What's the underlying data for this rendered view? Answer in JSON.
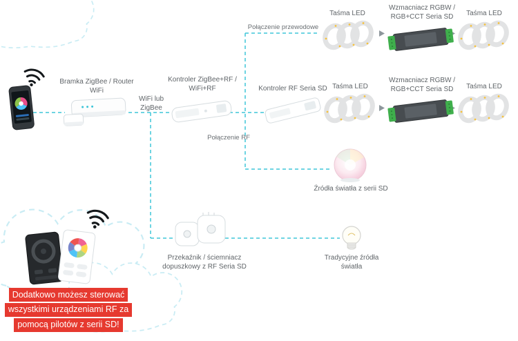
{
  "app": {
    "type": "connection-diagram",
    "language": "pl"
  },
  "colors": {
    "background": "#ffffff",
    "connector": "#3fc6d9",
    "label_text": "#5f6468",
    "note_bg": "#e6392f",
    "note_text": "#ffffff",
    "cloud_outline": "#c9ecf4",
    "amplifier_body": "#474c50",
    "amplifier_terminals": "#3faf4c",
    "led_dot": "#f6c23e"
  },
  "labels": {
    "router": "Bramka ZigBee / Router WiFi",
    "wifi_or_zigbee": "WiFi lub ZigBee",
    "zigbee_controller": "Kontroler ZigBee+RF / WiFi+RF",
    "wired_connection": "Połączenie przewodowe",
    "rf_connection": "Połączenie RF",
    "rf_controller": "Kontroler RF Seria SD",
    "led_strip": "Taśma LED",
    "amplifier": "Wzmacniacz RGBW / RGB+CCT Seria SD",
    "sd_bulbs": "Źródła światła z serii SD",
    "relay": "Przekaźnik / ściemniacz dopuszkowy z RF Seria SD",
    "traditional_bulbs": "Tradycyjne źródła światła"
  },
  "note": {
    "line1": "Dodatkowo możesz sterować",
    "line2": "wszystkimi urządzeniami RF za",
    "line3": "pomocą pilotów z serii SD!"
  },
  "icons": {
    "smartphone": "phone with color-wheel app",
    "wifi": "wifi signal waves",
    "router": "wifi router gateway",
    "zigbee_controller": "white controller box",
    "rf_controller": "white controller box",
    "led_strip": "coiled LED strip",
    "amplifier": "RGBW amplifier with green terminals",
    "sd_bulb": "RGB smart bulb",
    "traditional_bulb": "classic light bulb",
    "relay": "inline relay and dimmer modules",
    "remotes": "SD-series remote panels"
  },
  "connections": [
    {
      "from": "smartphone",
      "to": "router",
      "label": ""
    },
    {
      "from": "router",
      "to": "zigbee_controller",
      "label": "WiFi lub ZigBee"
    },
    {
      "from": "zigbee_controller",
      "to": "led_strip_top_row",
      "label": "Połączenie przewodowe"
    },
    {
      "from": "zigbee_controller",
      "to": "rf_controller",
      "label": ""
    },
    {
      "from": "zigbee_controller",
      "to": "sd_bulbs",
      "label": "Połączenie RF"
    },
    {
      "from": "zigbee_controller",
      "to": "relay_and_traditional_bulbs",
      "label": ""
    }
  ]
}
